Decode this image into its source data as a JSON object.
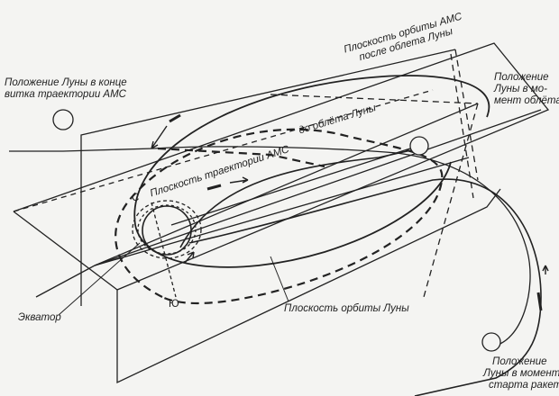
{
  "labels": {
    "moon_end_of_loop": [
      "Положение Луны в конце",
      "витка траектории АМС"
    ],
    "orbit_plane_after": [
      "Плоскость орбиты АМС",
      "после облета Луны"
    ],
    "moon_flyby": [
      "Положение",
      "Луны в мо-",
      "мент облёта"
    ],
    "before_flyby": "до облёта Луны",
    "trajectory_plane": "Плоскость траектории АМС",
    "north": "С",
    "south": "Ю",
    "equator": "Экватор",
    "moon_orbit_plane": "Плоскость орбиты Луны",
    "moon_launch": [
      "Положение",
      "Луны в момент",
      "старта ракеты"
    ]
  },
  "colors": {
    "ink": "#222222",
    "paper": "#f4f4f2"
  }
}
